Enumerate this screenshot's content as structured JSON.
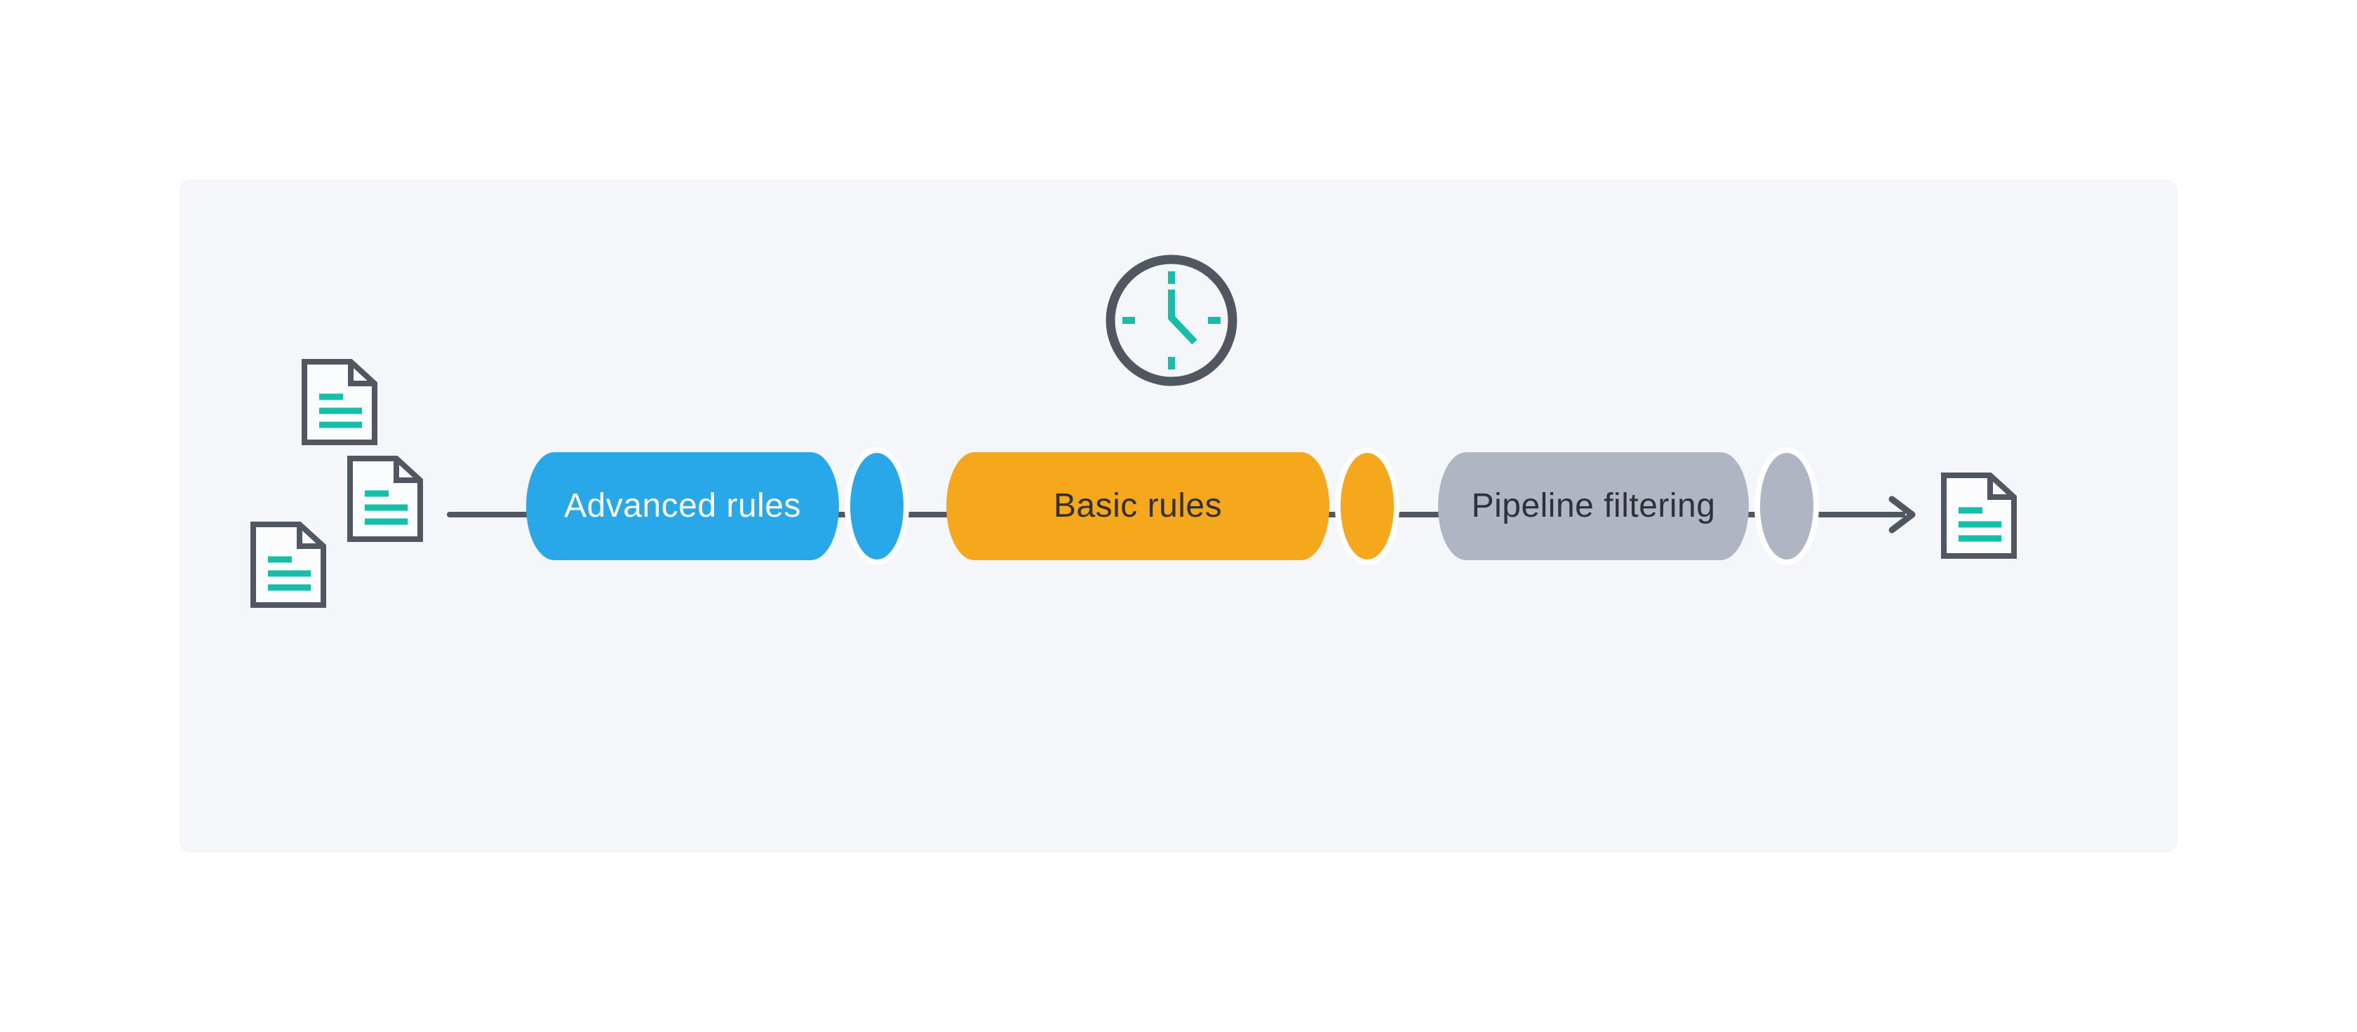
{
  "diagram": {
    "stages": [
      {
        "id": "advanced-rules",
        "label": "Advanced rules",
        "color": "#29a8e9",
        "label_color": "#ffffff"
      },
      {
        "id": "basic-rules",
        "label": "Basic rules",
        "color": "#f5a81c",
        "label_color": "#32302a"
      },
      {
        "id": "pipeline-filtering",
        "label": "Pipeline filtering",
        "color": "#afb5c2",
        "label_color": "#2e3138"
      }
    ],
    "input_documents": 3,
    "output_documents": 1,
    "icons": {
      "clock": "clock-icon",
      "document": "document-icon",
      "arrow": "arrow-right-icon"
    },
    "colors": {
      "stroke": "#515760",
      "teal": "#14bea8",
      "panel_bg": "#f4f6fa",
      "page_bg": "#ffffff",
      "doc_fill": "#fbfcfe",
      "gap_white": "#ffffff"
    }
  }
}
